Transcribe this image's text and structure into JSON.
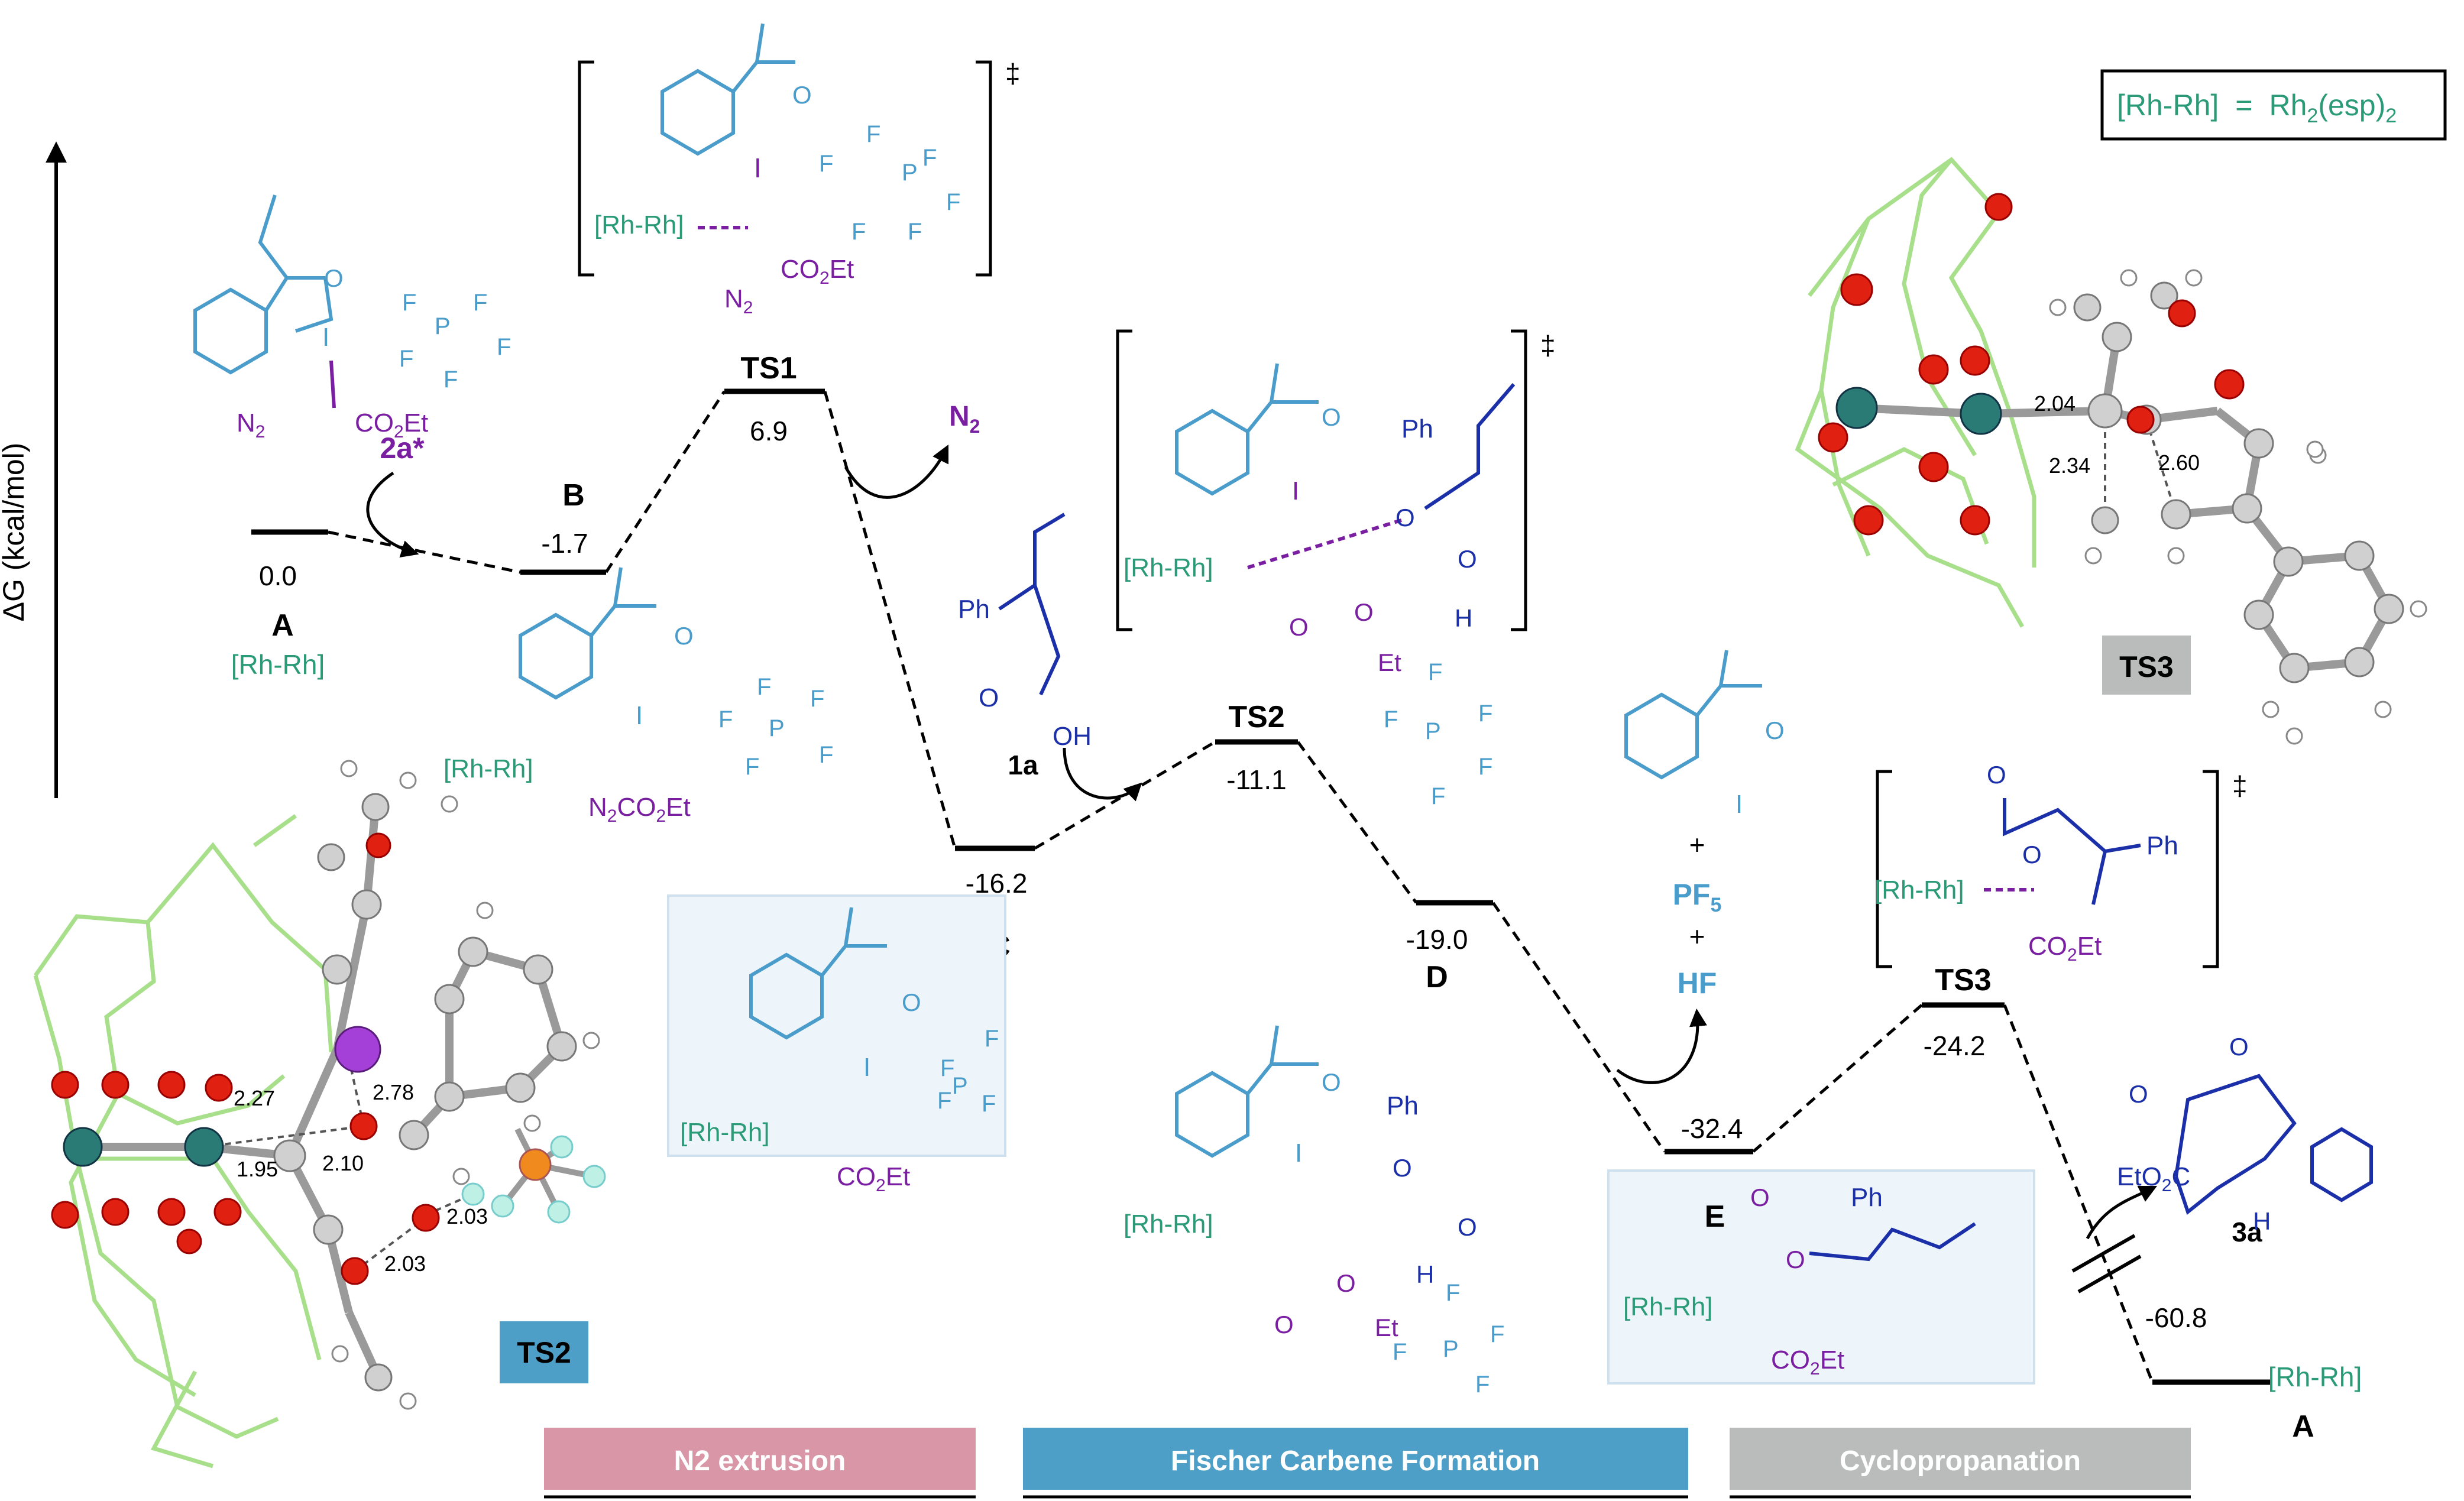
{
  "axis": {
    "ylabel": "ΔG (kcal/mol)"
  },
  "legend": {
    "text": "[Rh-Rh]  =  Rh2(esp)2",
    "lhs": "[Rh-Rh]",
    "eq": "=",
    "rhs": "Rh",
    "rhs_sub1": "2",
    "rhs_mid": "(esp)",
    "rhs_sub2": "2"
  },
  "stages": [
    "N2 extrusion",
    "Fischer Carbene Formation",
    "Cyclopropanation"
  ],
  "stage_colors": [
    "#d896a6",
    "#4d9fc8",
    "#b9bcbb"
  ],
  "states": [
    {
      "id": "A",
      "value": "0.0",
      "sub": "[Rh-Rh]"
    },
    {
      "id": "B",
      "value": "-1.7"
    },
    {
      "id": "TS1",
      "value": "6.9"
    },
    {
      "id": "C",
      "value": "-16.2"
    },
    {
      "id": "TS2",
      "value": "-11.1"
    },
    {
      "id": "D",
      "value": "-19.0"
    },
    {
      "id": "E",
      "value": "-32.4"
    },
    {
      "id": "TS3",
      "value": "-24.2"
    },
    {
      "id": "A_end",
      "label": "A",
      "value": "-60.8",
      "sub": "[Rh-Rh]"
    }
  ],
  "species": {
    "reagent": "2a*",
    "n2": "N2",
    "acid": "1a",
    "product": "3a",
    "byproducts": [
      "+",
      "PF5",
      "+",
      "HF"
    ]
  },
  "tags": {
    "ts2_model": "TS2",
    "ts3_model": "TS3"
  },
  "distances": {
    "ts2": [
      "2.27",
      "2.78",
      "1.95",
      "2.10",
      "2.03",
      "2.03"
    ],
    "ts3": [
      "2.04",
      "2.34",
      "2.60"
    ]
  },
  "atoms": {
    "F": "F",
    "P": "P",
    "I": "I",
    "O": "O",
    "H": "H",
    "Ph": "Ph",
    "Et": "Et",
    "OH": "OH",
    "N2": "N2",
    "CO2Et": "CO2Et",
    "EtO2C": "EtO2C",
    "RhRh": "[Rh-Rh]",
    "dagger": "‡"
  },
  "colors": {
    "teal": "#2a9a77",
    "blue": "#4a9ccb",
    "purple": "#7b1fa2",
    "navy": "#1a2fa8"
  }
}
